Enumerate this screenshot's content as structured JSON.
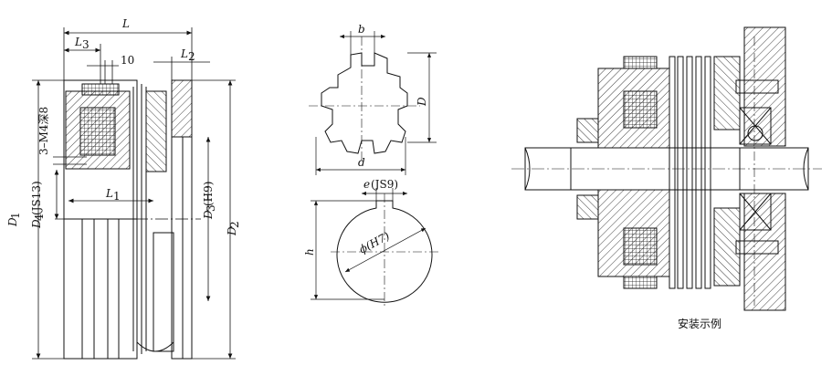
{
  "figure": {
    "left_view": {
      "L": "L",
      "L3": "L",
      "L3_sub": "3",
      "ten": "10",
      "L2": "L",
      "L2_sub": "2",
      "L1": "L",
      "L1_sub": "1",
      "thread": "3–M4深8",
      "D1": "D",
      "D1_sub": "1",
      "D4": "D",
      "D4_sub": "4",
      "D4_tol": "(JS13)",
      "D3": "D",
      "D3_sub": "3",
      "D3_tol": "(H9)",
      "D2": "D",
      "D2_sub": "2"
    },
    "spline_view": {
      "b": "b",
      "D": "D",
      "d": "d"
    },
    "keyway_view": {
      "e": "e",
      "e_tol": "(JS9)",
      "h": "h",
      "phi": "ϕ(H7)"
    },
    "install_view": {
      "caption": "安装示例"
    }
  },
  "colors": {
    "line": "#111111",
    "background": "#ffffff"
  }
}
